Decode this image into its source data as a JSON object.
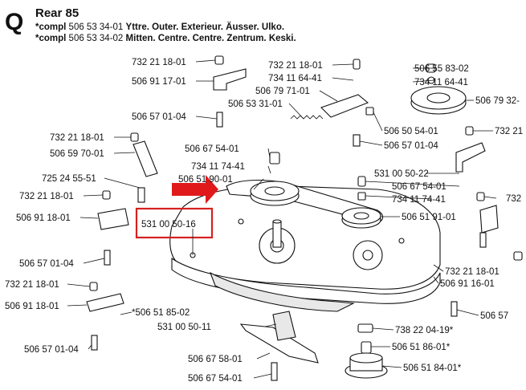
{
  "header": {
    "letter": "Q",
    "title": "Rear 85",
    "lines": [
      {
        "prefix": "*compl",
        "part": "506 53 34-01",
        "desc": "Yttre. Outer. Exterieur. Äusser. Ulko."
      },
      {
        "prefix": "*compl",
        "part": "506 53 34-02",
        "desc": "Mitten. Centre. Centre. Zentrum. Keski."
      }
    ]
  },
  "labels": [
    "732 21 18-01",
    "506 91 17-01",
    "506 57 01-04",
    "732 21 18-01",
    "734 11 64-41",
    "506 79 71-01",
    "506 53 31-01",
    "506 55 83-02",
    "734 11 64-41",
    "506 79 32-",
    "506 50 54-01",
    "506 57 01-04",
    "732 21",
    "732 21 18-01",
    "506 59 70-01",
    "506 67 54-01",
    "734 11 74-41",
    "506 51 90-01",
    "725 24 55-51",
    "732 21 18-01",
    "531 00 50-22",
    "506 67 54-01",
    "734 11 74-41",
    "732",
    "506 91 18-01",
    "531 00 50-16",
    "506 51 91-01",
    "506 57 01-04",
    "732 21 18-01",
    "506 91 16-01",
    "732 21 18-01",
    "506 91 18-01",
    "*506 51 85-02",
    "506 57",
    "531 00 50-11",
    "738 22 04-19*",
    "506 57 01-04",
    "506 51 86-01*",
    "506 67 58-01",
    "506 67 54-01",
    "506 51 84-01*"
  ],
  "highlight": {
    "color": "#d62020",
    "arrow_color": "#e01a1a"
  }
}
